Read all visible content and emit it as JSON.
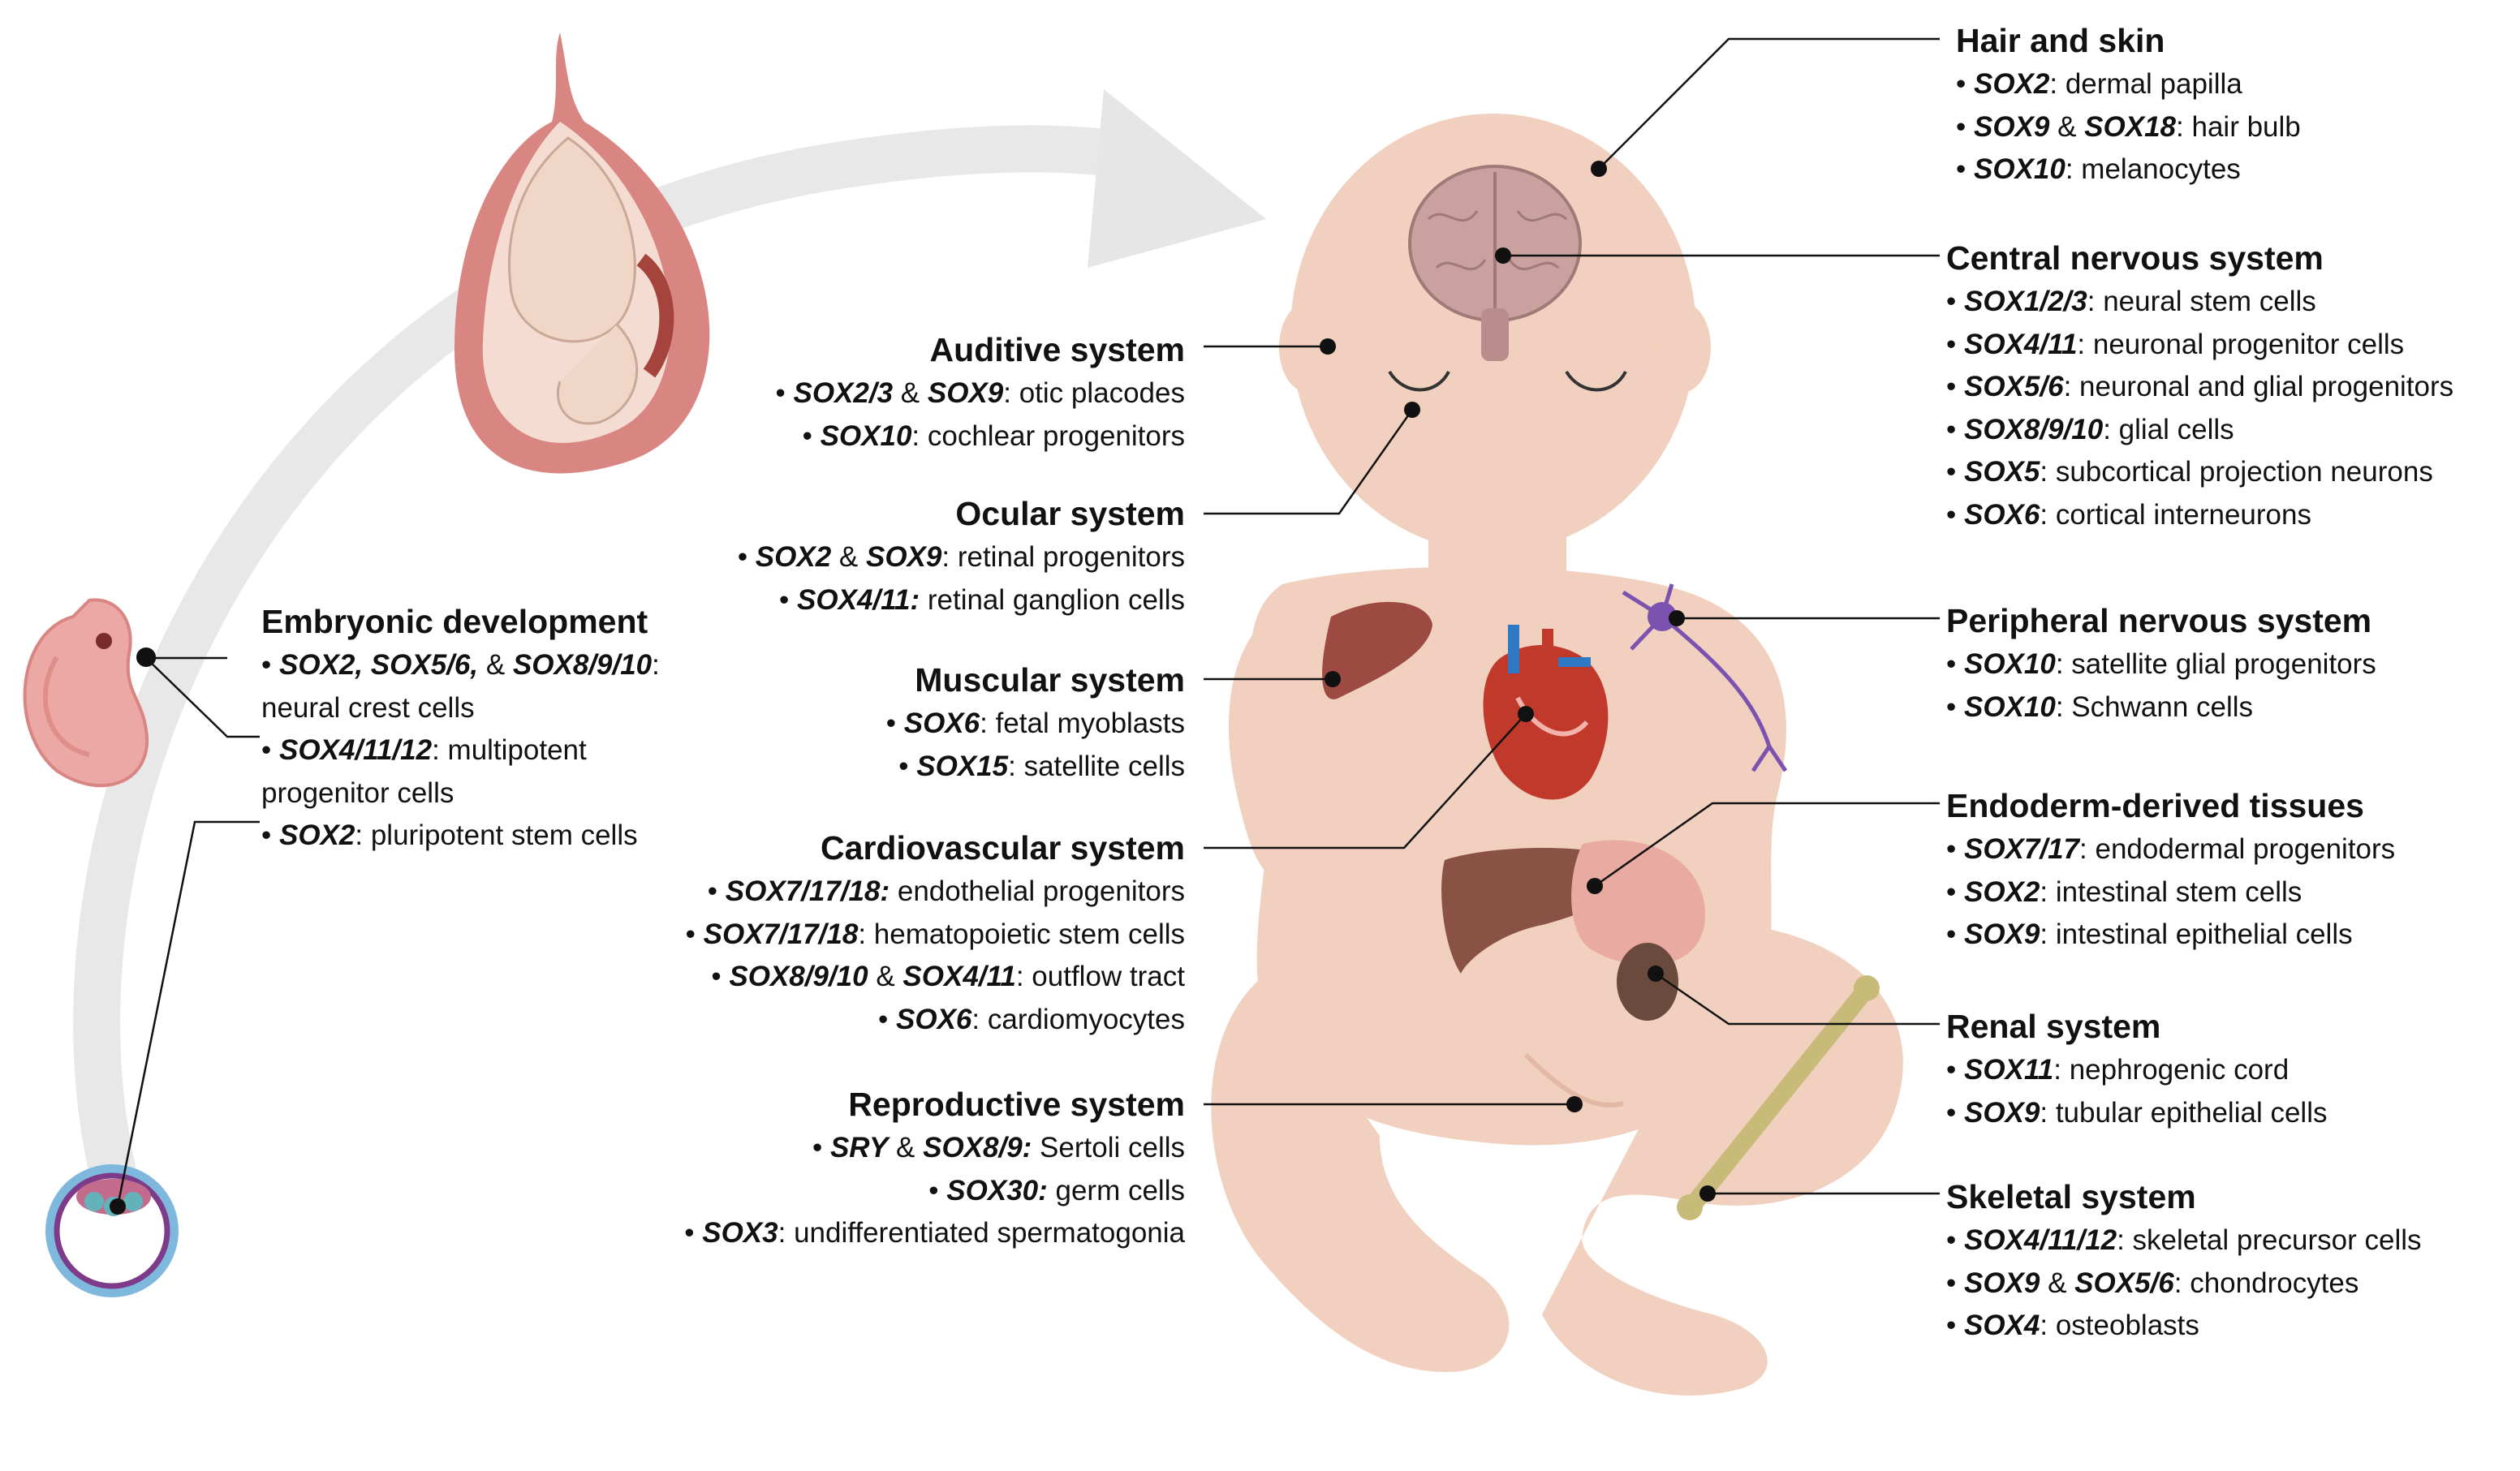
{
  "colors": {
    "skin": "#f1d0bf",
    "skin_shadow": "#e3b8a5",
    "uterus": "#d98581",
    "arrow": "#e8e8e8",
    "brain": "#c9a19f",
    "heart": "#c0392b",
    "liver": "#8a5245",
    "neuron": "#7b52b0",
    "bone": "#c8bb7a",
    "leader": "#111111"
  },
  "illustrations": [
    "blastocyst",
    "embryo",
    "fetus-in-uterus",
    "infant",
    "brain",
    "heart",
    "muscle",
    "neuron",
    "liver",
    "stomach",
    "kidney",
    "femur"
  ],
  "sections": {
    "hair_skin": {
      "title": "Hair and skin",
      "items": [
        {
          "gene": "SOX2",
          "sep": ":",
          "text": " dermal papilla"
        },
        {
          "gene": "SOX9",
          "mid": " & ",
          "gene2": "SOX18",
          "sep": ":",
          "text": " hair bulb"
        },
        {
          "gene": "SOX10",
          "sep": ":",
          "text": " melanocytes"
        }
      ]
    },
    "cns": {
      "title": "Central nervous system",
      "items": [
        {
          "gene": "SOX1/2/3",
          "sep": ":",
          "text": " neural stem cells"
        },
        {
          "gene": "SOX4/11",
          "sep": ":",
          "text": " neuronal progenitor cells"
        },
        {
          "gene": "SOX5/6",
          "sep": ":",
          "text": " neuronal and glial progenitors"
        },
        {
          "gene": "SOX8/9/10",
          "sep": ":",
          "text": " glial cells"
        },
        {
          "gene": "SOX5",
          "sep": ":",
          "text": " subcortical projection neurons"
        },
        {
          "gene": "SOX6",
          "sep": ":",
          "text": " cortical interneurons"
        }
      ]
    },
    "pns": {
      "title": "Peripheral nervous system",
      "items": [
        {
          "gene": "SOX10",
          "sep": ":",
          "text": " satellite glial progenitors"
        },
        {
          "gene": "SOX10",
          "sep": ":",
          "text": " Schwann cells"
        }
      ]
    },
    "endoderm": {
      "title": "Endoderm-derived tissues",
      "items": [
        {
          "gene": "SOX7/17",
          "sep": ":",
          "text": " endodermal progenitors"
        },
        {
          "gene": "SOX2",
          "sep": ":",
          "text": " intestinal stem cells"
        },
        {
          "gene": "SOX9",
          "sep": ":",
          "text": " intestinal epithelial cells"
        }
      ]
    },
    "renal": {
      "title": "Renal system",
      "items": [
        {
          "gene": "SOX11",
          "sep": ":",
          "text": " nephrogenic cord"
        },
        {
          "gene": "SOX9",
          "sep": ":",
          "text": " tubular epithelial cells"
        }
      ]
    },
    "skeletal": {
      "title": "Skeletal system",
      "items": [
        {
          "gene": "SOX4/11/12",
          "sep": ":",
          "text": " skeletal precursor cells"
        },
        {
          "gene": "SOX9",
          "mid": " & ",
          "gene2": "SOX5/6",
          "sep": ":",
          "text": " chondrocytes"
        },
        {
          "gene": "SOX4",
          "sep": ":",
          "text": " osteoblasts"
        }
      ]
    },
    "auditive": {
      "title": "Auditive system",
      "items": [
        {
          "gene": "SOX2/3",
          "mid": " & ",
          "gene2": "SOX9",
          "sep": ":",
          "text": " otic placodes"
        },
        {
          "gene": "SOX10",
          "sep": ":",
          "text": " cochlear progenitors"
        }
      ]
    },
    "ocular": {
      "title": "Ocular system",
      "items": [
        {
          "gene": "SOX2",
          "mid": " & ",
          "gene2": "SOX9",
          "sep": ":",
          "text": " retinal progenitors"
        },
        {
          "gene": "SOX4/11:",
          "sep": "",
          "text": " retinal ganglion cells"
        }
      ]
    },
    "muscular": {
      "title": "Muscular system",
      "items": [
        {
          "gene": "SOX6",
          "sep": ":",
          "text": " fetal myoblasts"
        },
        {
          "gene": "SOX15",
          "sep": ":",
          "text": " satellite cells"
        }
      ]
    },
    "cardio": {
      "title": "Cardiovascular system",
      "items": [
        {
          "gene": "SOX7/17/18:",
          "sep": "",
          "text": " endothelial progenitors"
        },
        {
          "gene": "SOX7/17/18",
          "sep": ":",
          "text": " hematopoietic stem cells"
        },
        {
          "gene": "SOX8/9/10",
          "mid": " & ",
          "gene2": "SOX4/11",
          "sep": ":",
          "text": " outflow tract"
        },
        {
          "gene": "SOX6",
          "sep": ":",
          "text": " cardiomyocytes"
        }
      ]
    },
    "reproductive": {
      "title": "Reproductive system",
      "items": [
        {
          "gene": "SRY",
          "mid": " & ",
          "gene2": "SOX8/9:",
          "sep": "",
          "text": " Sertoli cells"
        },
        {
          "gene": "SOX30:",
          "sep": "",
          "text": " germ cells"
        },
        {
          "gene": "SOX3",
          "sep": ":",
          "text": " undifferentiated spermatogonia"
        }
      ]
    },
    "embryonic": {
      "title": "Embryonic development",
      "lines": [
        {
          "bullet": true,
          "gene": "SOX2, SOX5/6,",
          "mid": " & ",
          "gene2": "SOX8/9/10",
          "sep": ":",
          "text": ""
        },
        {
          "bullet": false,
          "text": "neural crest cells"
        },
        {
          "bullet": true,
          "gene": "SOX4/11/12",
          "sep": ":",
          "text": " multipotent"
        },
        {
          "bullet": false,
          "text": "progenitor cells"
        },
        {
          "bullet": true,
          "gene": "SOX2",
          "sep": ":",
          "text": " pluripotent stem cells"
        }
      ]
    }
  }
}
